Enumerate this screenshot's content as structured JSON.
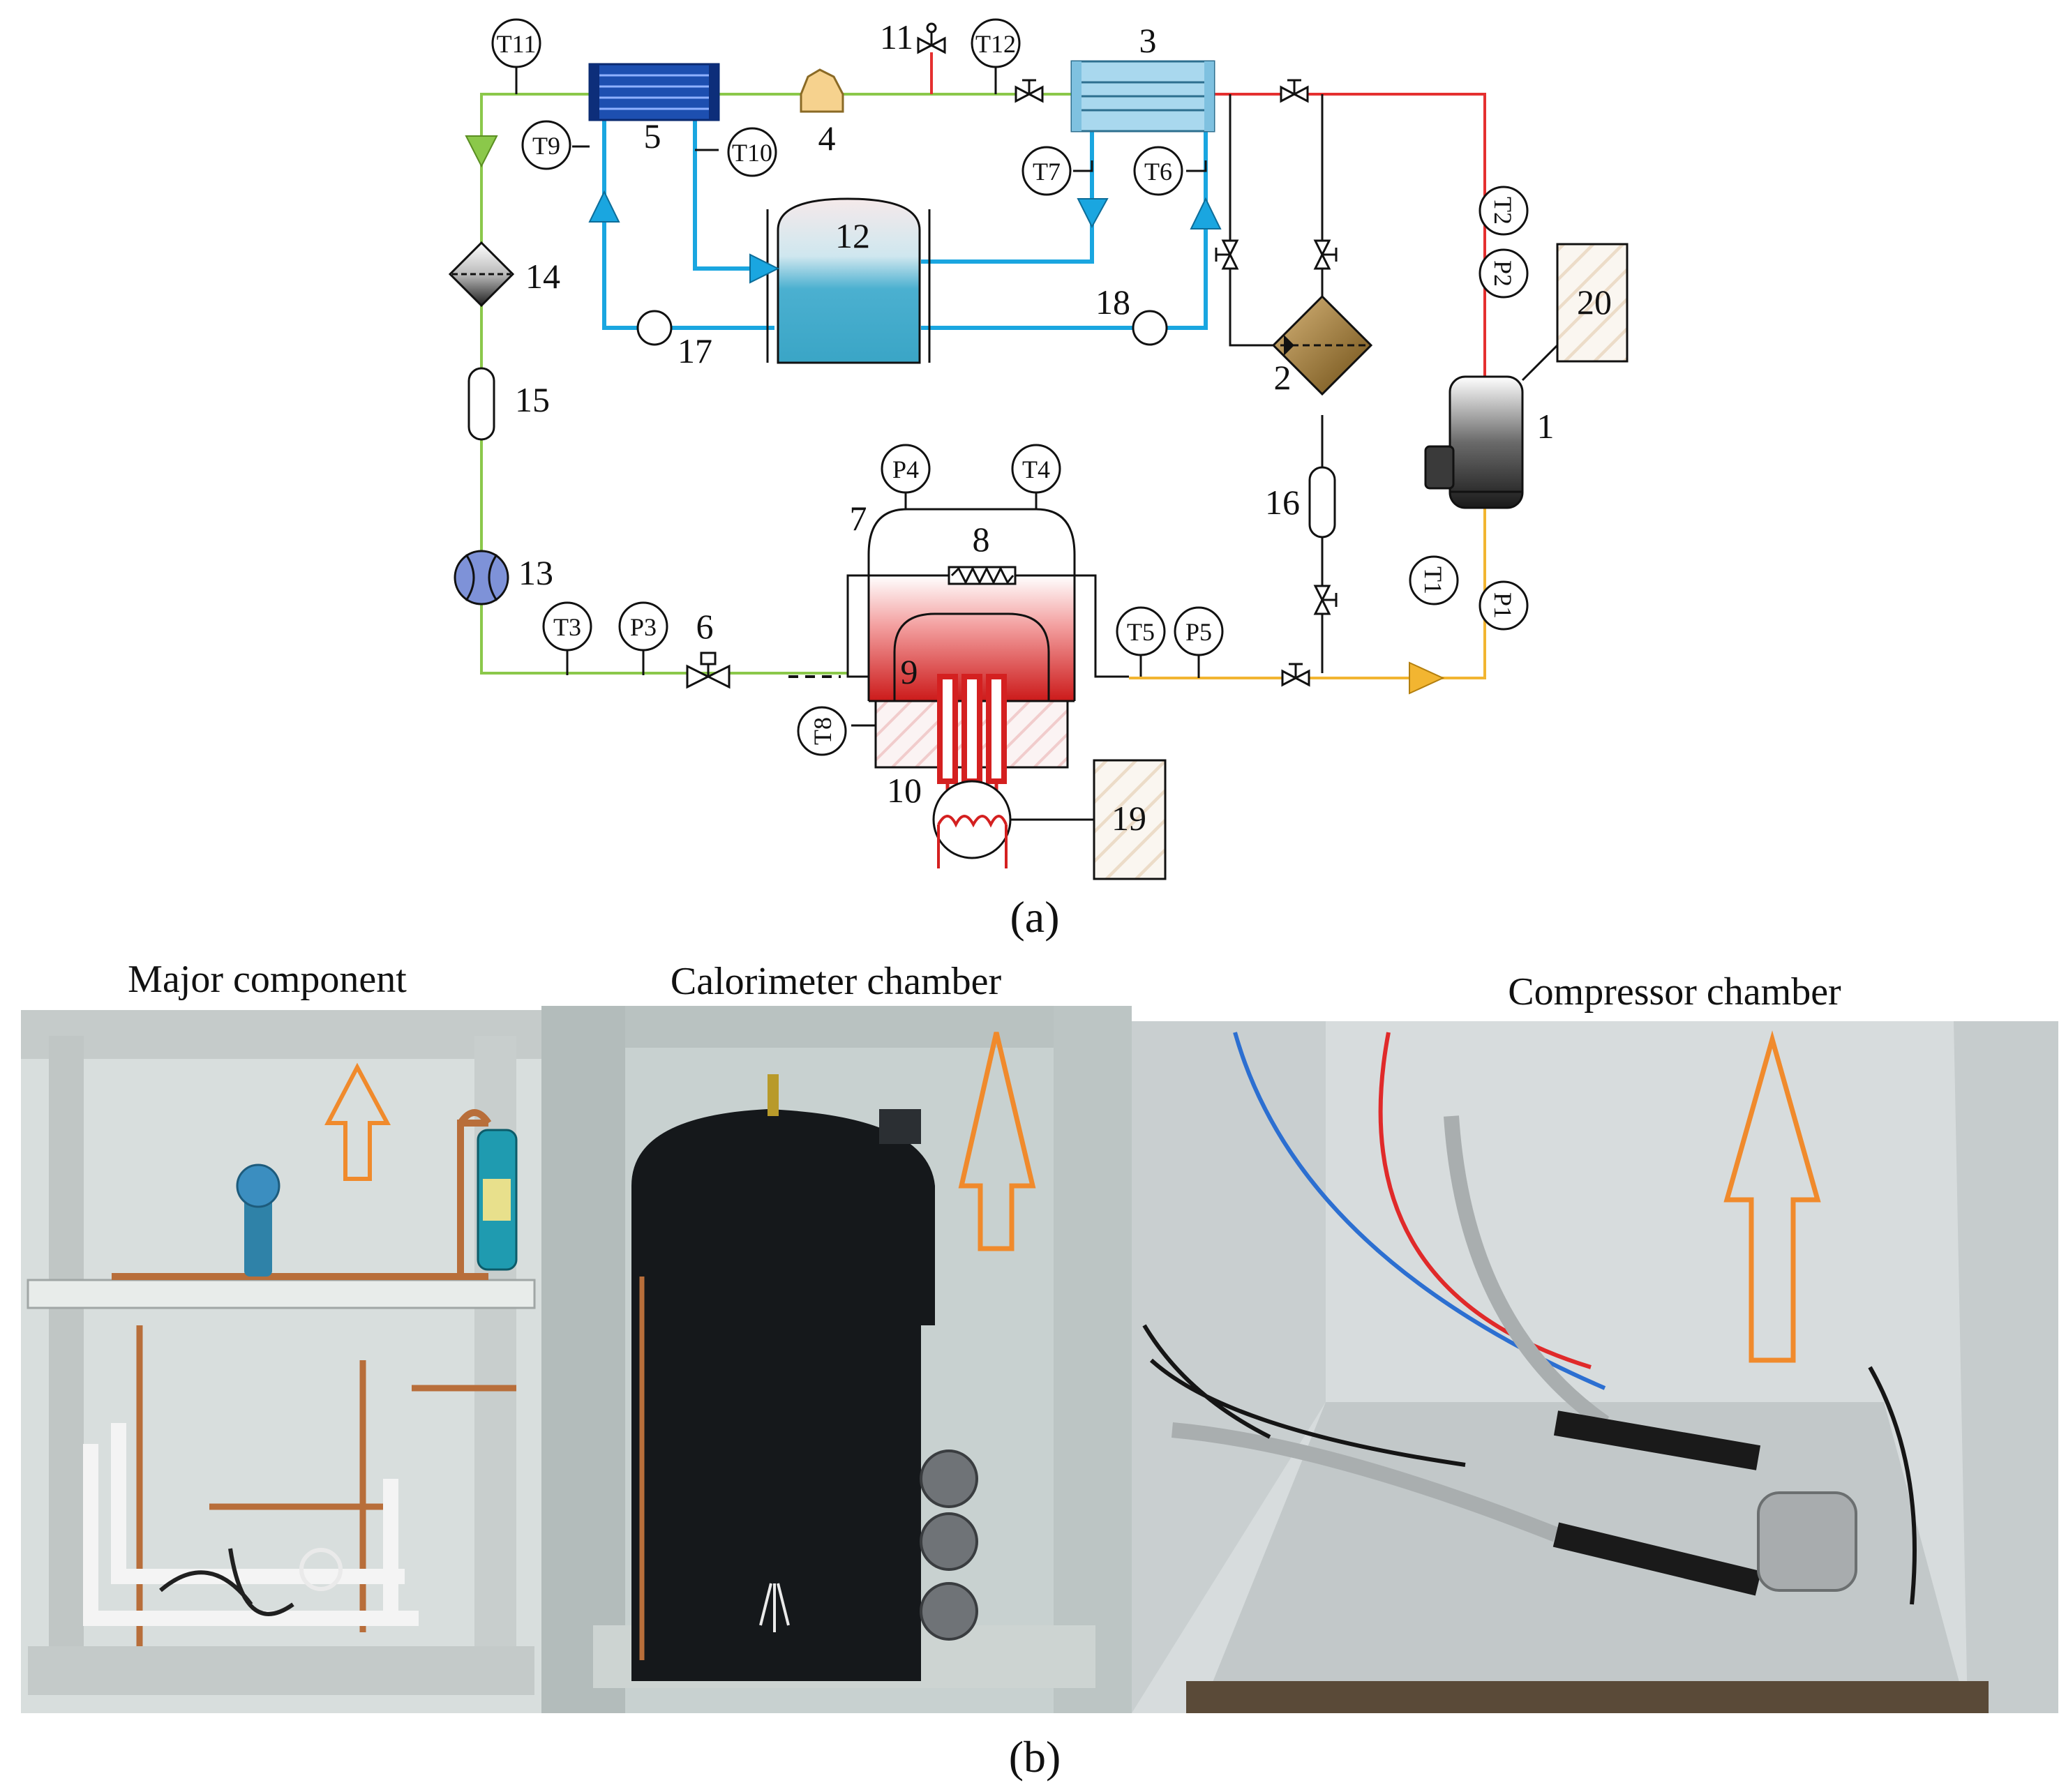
{
  "figure": {
    "panel_a_caption": "(a)",
    "panel_b_caption": "(b)",
    "sensors": [
      "T11",
      "T12",
      "T9",
      "T10",
      "T7",
      "T6",
      "T2",
      "P2",
      "P4",
      "T4",
      "T3",
      "P3",
      "T5",
      "P5",
      "T1",
      "P1",
      "T8"
    ],
    "component_numbers": [
      "1",
      "2",
      "3",
      "4",
      "5",
      "6",
      "7",
      "8",
      "9",
      "10",
      "11",
      "12",
      "13",
      "14",
      "15",
      "16",
      "17",
      "18",
      "19",
      "20"
    ],
    "photo_labels": [
      "Major component",
      "Calorimeter chamber",
      "Compressor chamber"
    ]
  },
  "colors": {
    "liquid_line": "#8bc84a",
    "discharge_line": "#e53030",
    "water_loop": "#1aa6e0",
    "suction_line": "#f2b531",
    "label_arrow": "#f08a2c"
  }
}
